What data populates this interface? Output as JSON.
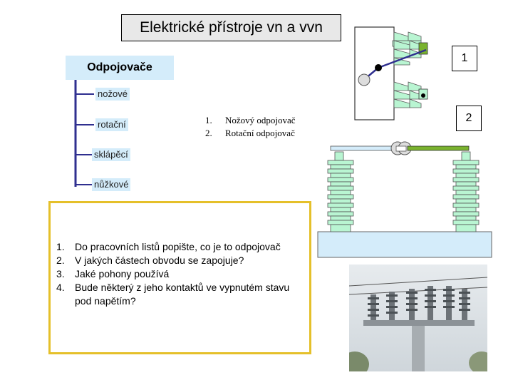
{
  "title": "Elektrické přístroje vn a vvn",
  "heading": "Odpojovače",
  "tree_items": [
    "nožové",
    "rotační",
    "sklápěcí",
    "nůžkové"
  ],
  "types_list": [
    {
      "num": "1.",
      "text": "Nožový odpojovač"
    },
    {
      "num": "2.",
      "text": "Rotační odpojovač"
    }
  ],
  "questions": [
    {
      "num": "1.",
      "text": "Do pracovních listů popište, co je to odpojovač"
    },
    {
      "num": "2.",
      "text": "V jakých částech obvodu se zapojuje?"
    },
    {
      "num": "3.",
      "text": "Jaké pohony používá"
    },
    {
      "num": "4.",
      "text": "Bude některý z jeho kontaktů ve vypnutém stavu pod napětím?"
    }
  ],
  "markers": {
    "one": "1",
    "two": "2"
  },
  "colors": {
    "insulator": "#b9f5d2",
    "blade": "#7ab32e",
    "heading_bg": "#d4ecfa",
    "tree_line": "#2f2f8f",
    "question_border": "#e5c02a"
  }
}
